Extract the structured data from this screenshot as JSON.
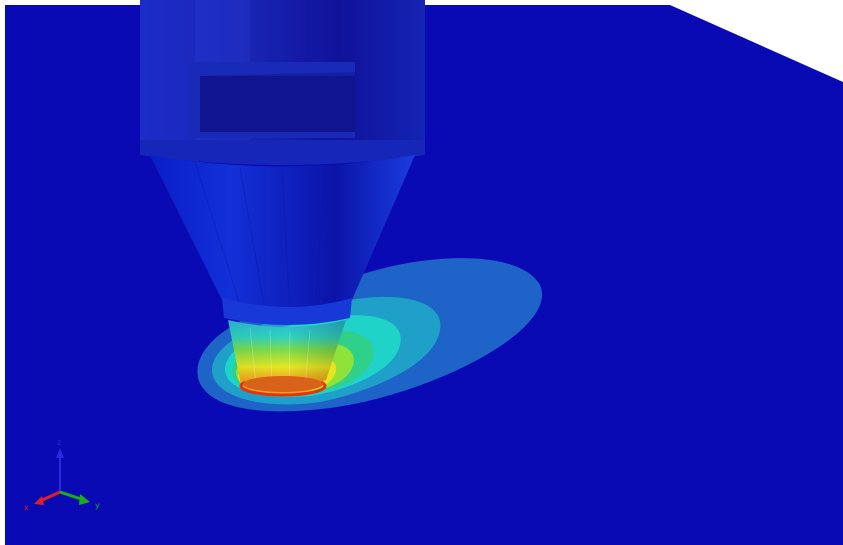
{
  "scene": {
    "background_color": "#ffffff",
    "plate_color": "#0a0ab4",
    "contour_colors": [
      "#0a0ab4",
      "#1e63c8",
      "#1fa0c8",
      "#1fd3c8",
      "#2ed08a",
      "#8ee23a",
      "#e6e61e",
      "#f2a01e",
      "#e63212"
    ]
  },
  "triad": {
    "x_label": "x",
    "y_label": "y",
    "z_label": "z",
    "x_color": "#e02020",
    "y_color": "#18b018",
    "z_color": "#2a2ae0"
  }
}
